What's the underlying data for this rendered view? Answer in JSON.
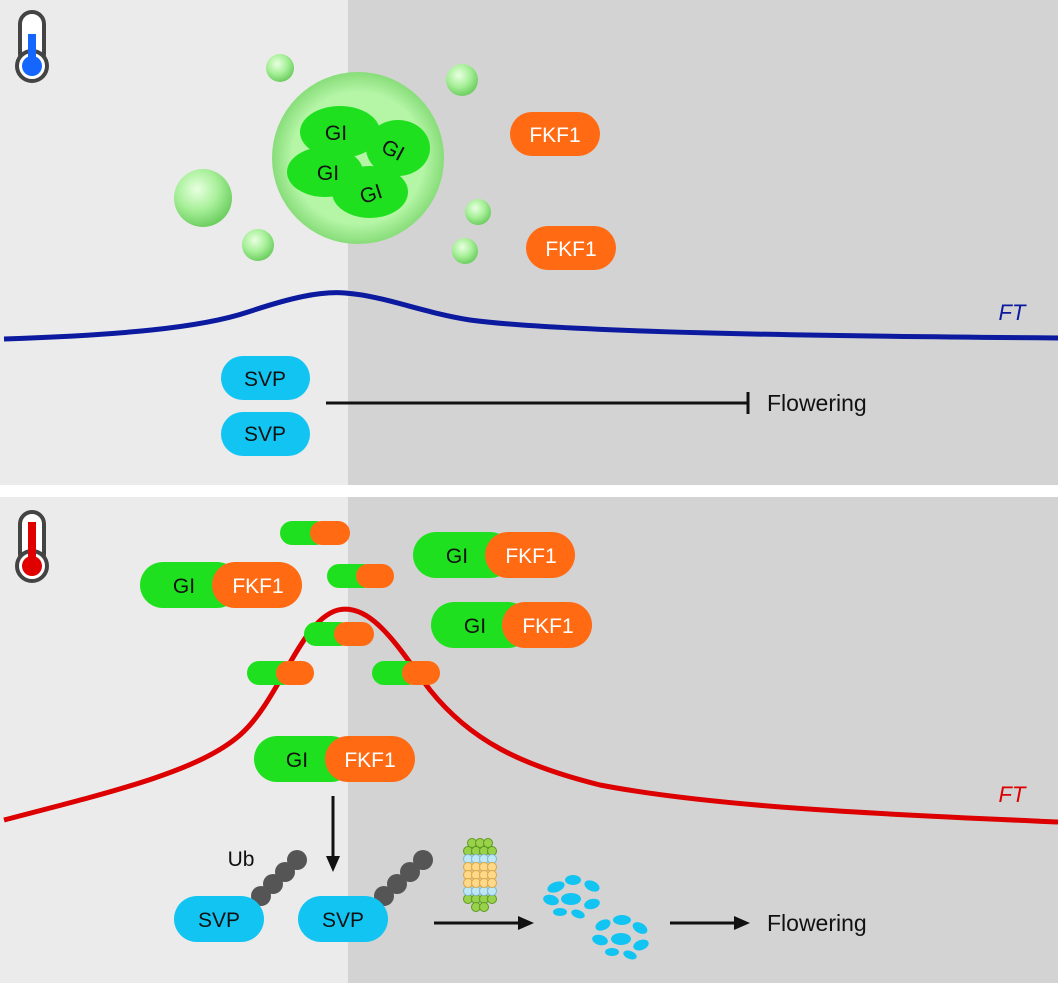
{
  "colors": {
    "light_bg": "#ebebeb",
    "dark_bg": "#d3d3d3",
    "gi_green": "#1fe01f",
    "fkf1_orange": "#ff6a13",
    "svp_blue": "#12c4f2",
    "ft_blue": "#0b1a9e",
    "ft_red": "#dc0000",
    "ub_gray": "#555555",
    "condensate_green": "#a8f09a"
  },
  "icons": {
    "top_thermometer": "thermometer-low-icon",
    "bottom_thermometer": "thermometer-high-icon"
  },
  "top_panel": {
    "gi_labels": [
      "GI",
      "GI",
      "GI",
      "GI"
    ],
    "fkf1_labels": [
      "FKF1",
      "FKF1"
    ],
    "ft_label": "FT",
    "svp_labels": [
      "SVP",
      "SVP"
    ],
    "flowering_label": "Flowering"
  },
  "bottom_panel": {
    "complexes": [
      {
        "gi": "GI",
        "fkf1": "FKF1"
      },
      {
        "gi": "GI",
        "fkf1": "FKF1"
      },
      {
        "gi": "GI",
        "fkf1": "FKF1"
      },
      {
        "gi": "GI",
        "fkf1": "FKF1"
      }
    ],
    "ft_label": "FT",
    "ub_label": "Ub",
    "svp_labels": [
      "SVP",
      "SVP"
    ],
    "flowering_label": "Flowering"
  }
}
